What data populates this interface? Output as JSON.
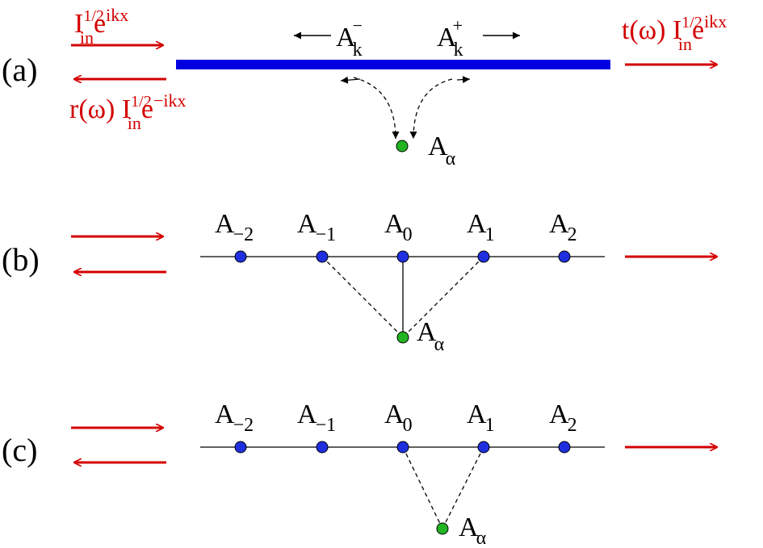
{
  "colors": {
    "red": "#d40000",
    "waveguide": "#0000e0",
    "site": "#1f2fe0",
    "atom": "#22b422",
    "black": "#000000"
  },
  "panels": {
    "a": {
      "label": "(a)",
      "incoming": {
        "main": "I",
        "sup": "1/2",
        "sub": "in",
        "exp_base": "e",
        "exp": "ikx"
      },
      "reflected": {
        "prefix": "r(ω) I",
        "sup": "1/2",
        "sub": "in",
        "exp_base": "e",
        "exp": "−ikx"
      },
      "transmitted": {
        "prefix": "t(ω) I",
        "sup": "1/2",
        "sub": "in",
        "exp_base": "e",
        "exp": "ikx"
      },
      "mode_minus": {
        "main": "A",
        "sub": "k",
        "sup": "−"
      },
      "mode_plus": {
        "main": "A",
        "sub": "k",
        "sup": "+"
      },
      "atom": {
        "main": "A",
        "sub": "α"
      }
    },
    "b": {
      "label": "(b)",
      "sites": [
        {
          "main": "A",
          "sub": "−2"
        },
        {
          "main": "A",
          "sub": "−1"
        },
        {
          "main": "A",
          "sub": "0"
        },
        {
          "main": "A",
          "sub": "1"
        },
        {
          "main": "A",
          "sub": "2"
        }
      ],
      "atom": {
        "main": "A",
        "sub": "α"
      }
    },
    "c": {
      "label": "(c)",
      "sites": [
        {
          "main": "A",
          "sub": "−2"
        },
        {
          "main": "A",
          "sub": "−1"
        },
        {
          "main": "A",
          "sub": "0"
        },
        {
          "main": "A",
          "sub": "1"
        },
        {
          "main": "A",
          "sub": "2"
        }
      ],
      "atom": {
        "main": "A",
        "sub": "α"
      }
    }
  }
}
